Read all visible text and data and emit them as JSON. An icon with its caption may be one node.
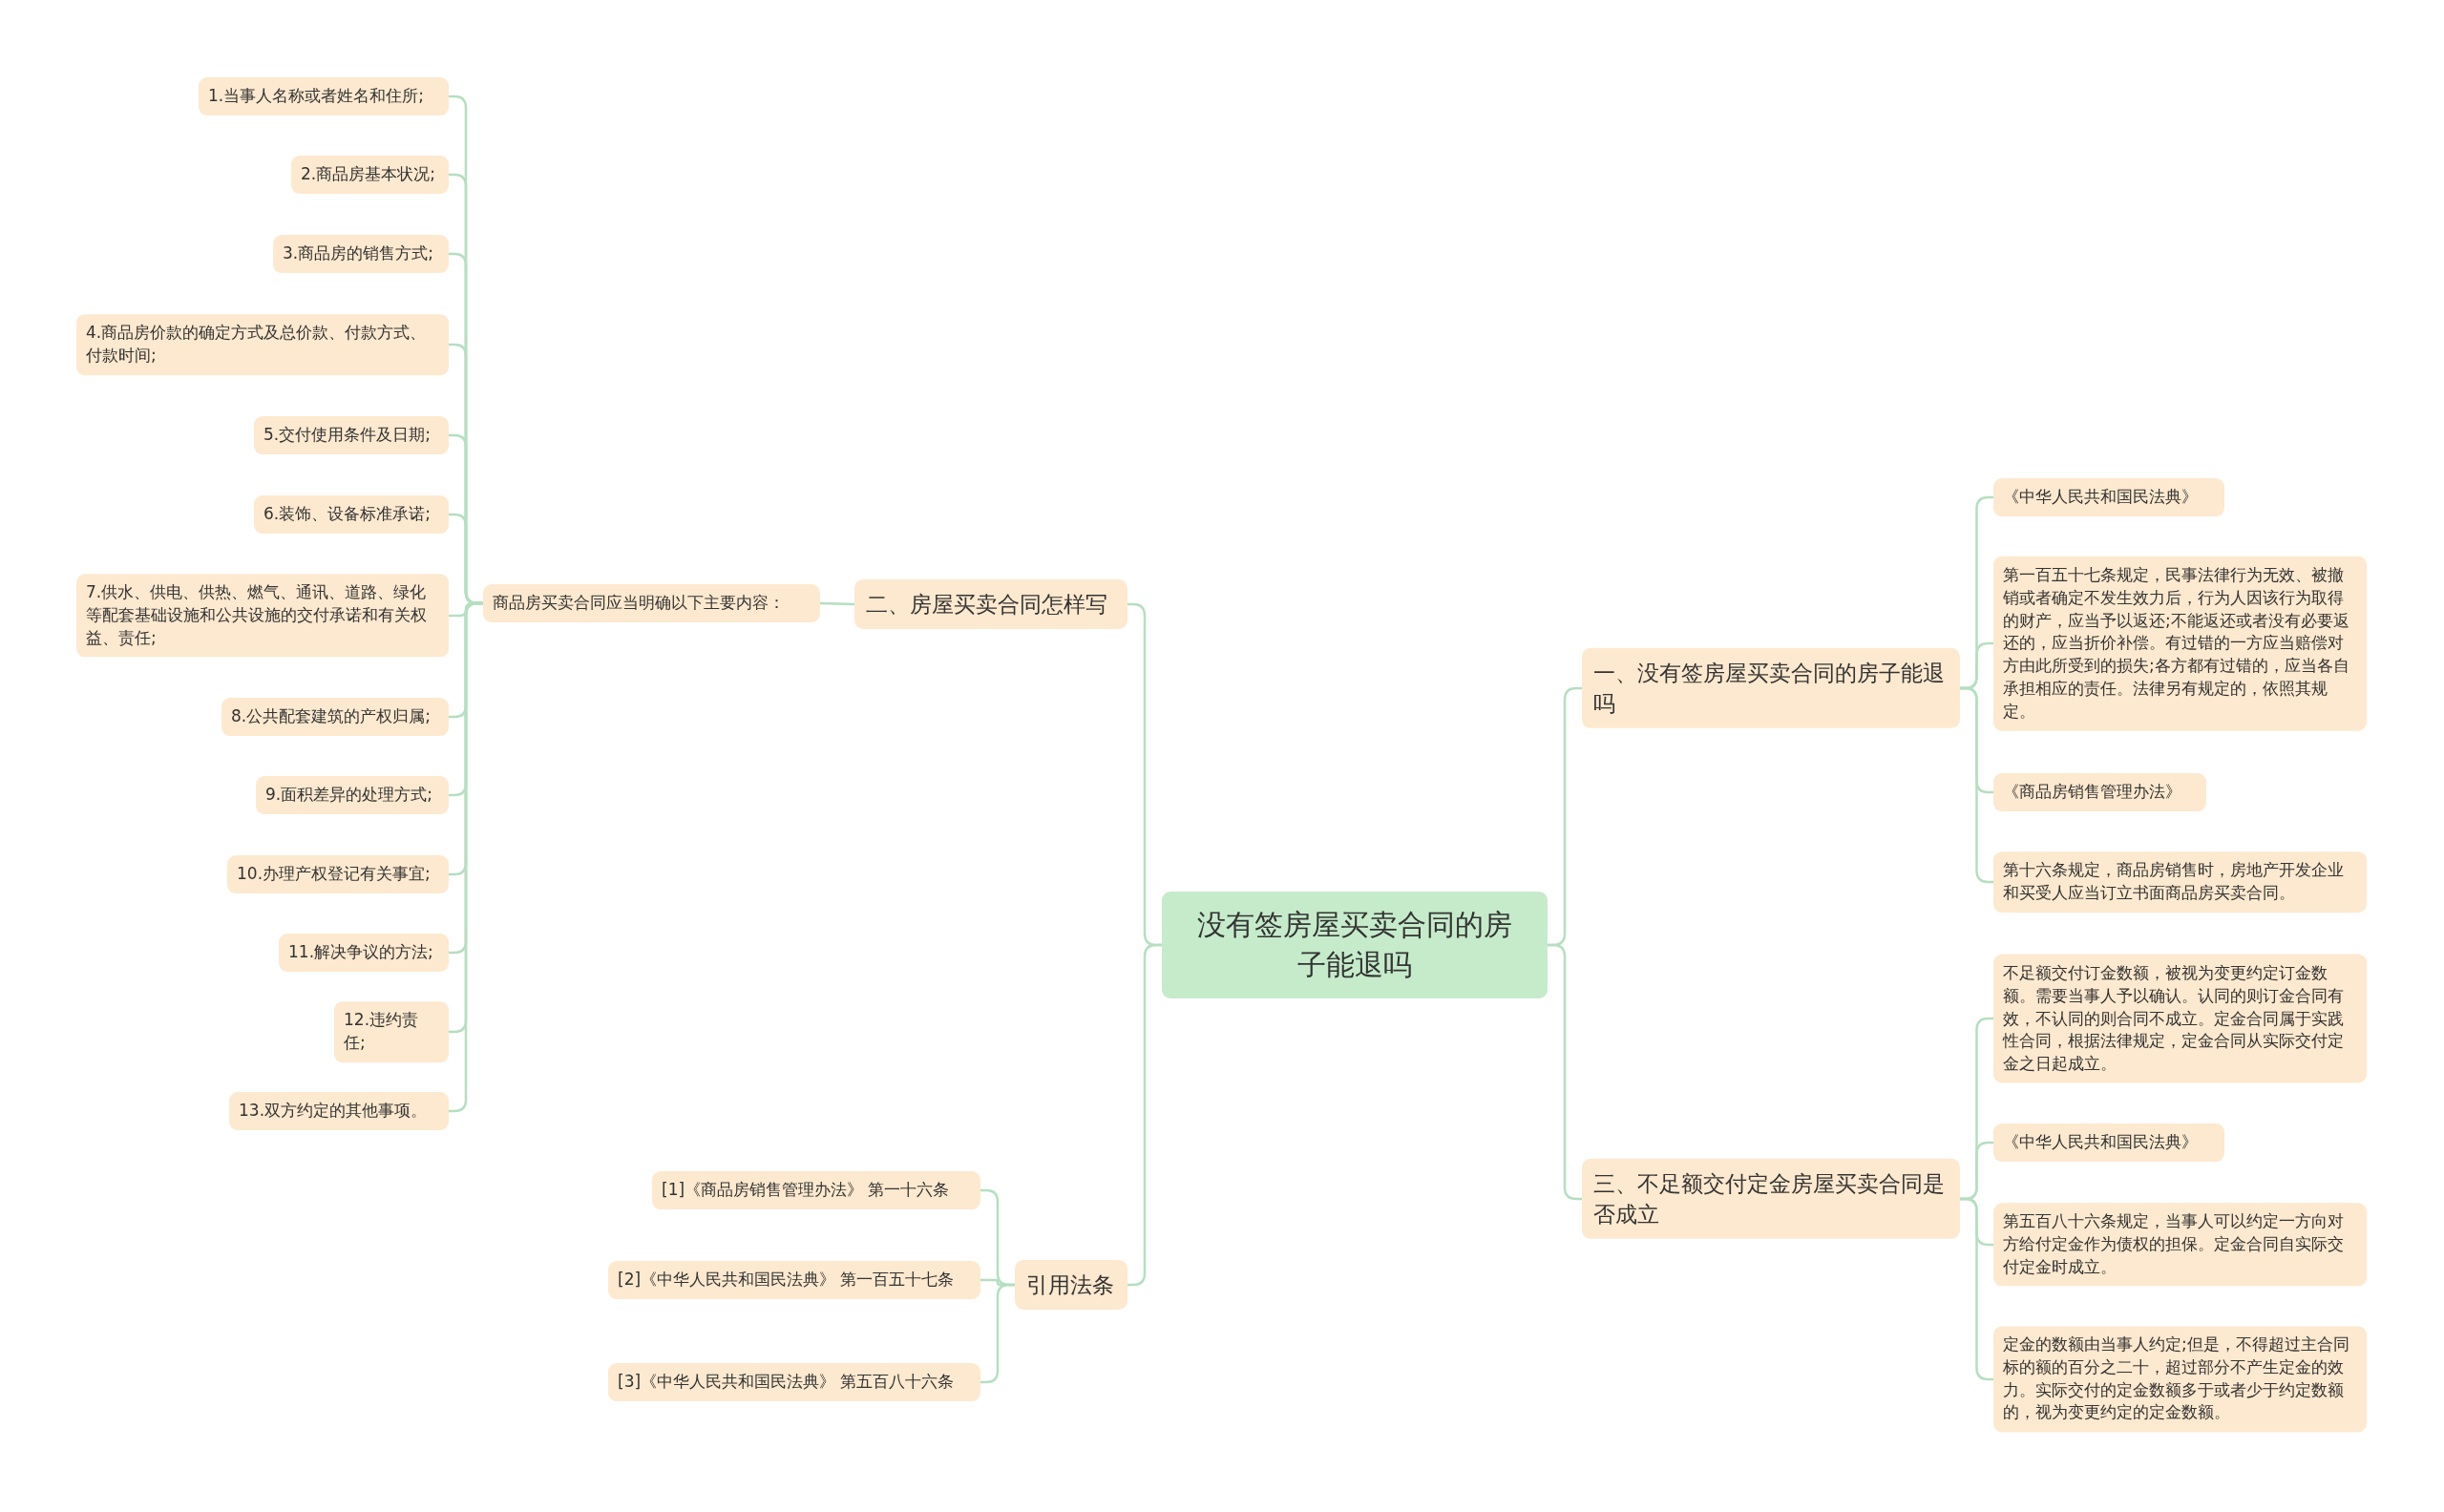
{
  "diagram": {
    "nodes": [
      {
        "text": [
          "没有签房屋买卖合同的房子能退吗"
        ]
      },
      {
        "text": [
          "一、没有签房屋买卖合同的房子能退吗"
        ]
      },
      {
        "text": [
          "《中华人民共和国民法典》"
        ]
      },
      {
        "text": [
          "第一百五十七条规定，民事法律行为无效、被撤销或者确定不发生效力后，行为人因该行为取得的财产，应当予以返还;不能返还或者没有必要返还的，应当折价补偿。有过错的一方应当赔偿对方由此所受到的损失;各方都有过错的，应当各自承担相应的责任。法律另有规定的，依照其规定。"
        ]
      },
      {
        "text": [
          "《商品房销售管理办法》"
        ]
      },
      {
        "text": [
          "第十六条规定，商品房销售时，房地产开发企业和买受人应当订立书面商品房买卖合同。"
        ]
      },
      {
        "text": [
          "三、不足额交付定金房屋买卖合同是否成立"
        ]
      },
      {
        "text": [
          "不足额交付订金数额，被视为变更约定订金数额。需要当事人予以确认。认同的则订金合同有效，不认同的则合同不成立。定金合同属于实践性合同，根据法律规定，定金合同从实际交付定金之日起成立。"
        ]
      },
      {
        "text": [
          "《中华人民共和国民法典》"
        ]
      },
      {
        "text": [
          "第五百八十六条规定，当事人可以约定一方向对方给付定金作为债权的担保。定金合同自实际交付定金时成立。"
        ]
      },
      {
        "text": [
          "定金的数额由当事人约定;但是，不得超过主合同标的额的百分之二十，超过部分不产生定金的效力。实际交付的定金数额多于或者少于约定数额的，视为变更约定的定金数额。"
        ]
      },
      {
        "text": [
          "二、房屋买卖合同怎样写"
        ]
      },
      {
        "text": [
          "商品房买卖合同应当明确以下主要内容："
        ]
      },
      {
        "text": [
          "1.当事人名称或者姓名和住所;"
        ]
      },
      {
        "text": [
          "2.商品房基本状况;"
        ]
      },
      {
        "text": [
          "3.商品房的销售方式;"
        ]
      },
      {
        "text": [
          "4.商品房价款的确定方式及总价款、付款方式、付款时间;"
        ]
      },
      {
        "text": [
          "5.交付使用条件及日期;"
        ]
      },
      {
        "text": [
          "6.装饰、设备标准承诺;"
        ]
      },
      {
        "text": [
          "7.供水、供电、供热、燃气、通讯、道路、绿化等配套基础设施和公共设施的交付承诺和有关权益、责任;"
        ]
      },
      {
        "text": [
          "8.公共配套建筑的产权归属;"
        ]
      },
      {
        "text": [
          "9.面积差异的处理方式;"
        ]
      },
      {
        "text": [
          "10.办理产权登记有关事宜;"
        ]
      },
      {
        "text": [
          "11.解决争议的方法;"
        ]
      },
      {
        "text": [
          "12.违约责任;"
        ]
      },
      {
        "text": [
          "13.双方约定的其他事项。"
        ]
      },
      {
        "text": [
          "引用法条"
        ]
      },
      {
        "text": [
          "[1]《商品房销售管理办法》 第一十六条"
        ]
      },
      {
        "text": [
          "[2]《中华人民共和国民法典》 第一百五十七条"
        ]
      },
      {
        "text": [
          "[3]《中华人民共和国民法典》 第五百八十六条"
        ]
      }
    ],
    "edges": [
      {
        "from": 0,
        "to": 1,
        "arrow": "none"
      },
      {
        "from": 0,
        "to": 6,
        "arrow": "none"
      },
      {
        "from": 0,
        "to": 11,
        "arrow": "none"
      },
      {
        "from": 0,
        "to": 26,
        "arrow": "none"
      },
      {
        "from": 1,
        "to": 2,
        "arrow": "none"
      },
      {
        "from": 1,
        "to": 3,
        "arrow": "none"
      },
      {
        "from": 1,
        "to": 4,
        "arrow": "none"
      },
      {
        "from": 1,
        "to": 5,
        "arrow": "none"
      },
      {
        "from": 6,
        "to": 7,
        "arrow": "none"
      },
      {
        "from": 6,
        "to": 8,
        "arrow": "none"
      },
      {
        "from": 6,
        "to": 9,
        "arrow": "none"
      },
      {
        "from": 6,
        "to": 10,
        "arrow": "none"
      },
      {
        "from": 11,
        "to": 12,
        "arrow": "none"
      },
      {
        "from": 12,
        "to": 13,
        "arrow": "none"
      },
      {
        "from": 12,
        "to": 14,
        "arrow": "none"
      },
      {
        "from": 12,
        "to": 15,
        "arrow": "none"
      },
      {
        "from": 12,
        "to": 16,
        "arrow": "none"
      },
      {
        "from": 12,
        "to": 17,
        "arrow": "none"
      },
      {
        "from": 12,
        "to": 18,
        "arrow": "none"
      },
      {
        "from": 12,
        "to": 19,
        "arrow": "none"
      },
      {
        "from": 12,
        "to": 20,
        "arrow": "none"
      },
      {
        "from": 12,
        "to": 21,
        "arrow": "none"
      },
      {
        "from": 12,
        "to": 22,
        "arrow": "none"
      },
      {
        "from": 12,
        "to": 23,
        "arrow": "none"
      },
      {
        "from": 12,
        "to": 24,
        "arrow": "none"
      },
      {
        "from": 12,
        "to": 25,
        "arrow": "none"
      },
      {
        "from": 26,
        "to": 27,
        "arrow": "none"
      },
      {
        "from": 26,
        "to": 28,
        "arrow": "none"
      },
      {
        "from": 26,
        "to": 29,
        "arrow": "none"
      }
    ]
  }
}
